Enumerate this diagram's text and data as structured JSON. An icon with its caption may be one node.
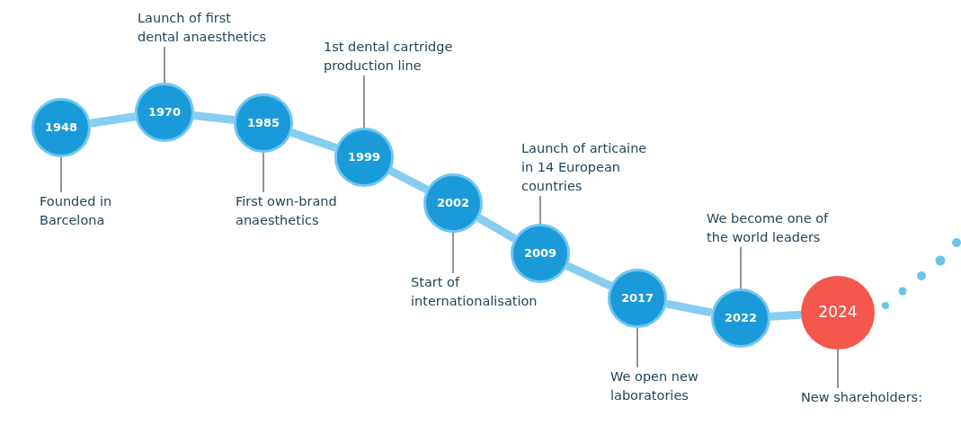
{
  "diagram": {
    "nodes": [
      {
        "text": [
          "1948"
        ]
      },
      {
        "text": [
          "1970"
        ]
      },
      {
        "text": [
          "1985"
        ]
      },
      {
        "text": [
          "1999"
        ]
      },
      {
        "text": [
          "2002"
        ]
      },
      {
        "text": [
          "2009"
        ]
      },
      {
        "text": [
          "2017"
        ]
      },
      {
        "text": [
          "2022"
        ]
      },
      {
        "text": [
          "2024"
        ]
      },
      {
        "text": [
          "Founded in Barcelona"
        ]
      },
      {
        "text": [
          "Launch of first dental anaesthetics"
        ]
      },
      {
        "text": [
          "First own-brand anaesthetics"
        ]
      },
      {
        "text": [
          "1st dental cartridge production line"
        ]
      },
      {
        "text": [
          "Start of internationalisation"
        ]
      },
      {
        "text": [
          "Launch of articaine in 14 European countries"
        ]
      },
      {
        "text": [
          "We open new laboratories"
        ]
      },
      {
        "text": [
          "We become one of the world leaders"
        ]
      },
      {
        "text": [
          "New shareholders:"
        ]
      }
    ],
    "edges": [
      {
        "from": 0,
        "to": 1,
        "arrow": "none",
        "style": "thick",
        "color": "#86cdf0"
      },
      {
        "from": 1,
        "to": 2,
        "arrow": "none",
        "style": "thick",
        "color": "#86cdf0"
      },
      {
        "from": 2,
        "to": 3,
        "arrow": "none",
        "style": "thick",
        "color": "#86cdf0"
      },
      {
        "from": 3,
        "to": 4,
        "arrow": "none",
        "style": "thick",
        "color": "#86cdf0"
      },
      {
        "from": 4,
        "to": 5,
        "arrow": "none",
        "style": "thick",
        "color": "#86cdf0"
      },
      {
        "from": 5,
        "to": 6,
        "arrow": "none",
        "style": "thick",
        "color": "#86cdf0"
      },
      {
        "from": 6,
        "to": 7,
        "arrow": "none",
        "style": "thick",
        "color": "#86cdf0"
      },
      {
        "from": 7,
        "to": 8,
        "arrow": "none",
        "style": "thick",
        "color": "#86cdf0"
      },
      {
        "from": 9,
        "to": 0,
        "arrow": "none"
      },
      {
        "from": 10,
        "to": 1,
        "arrow": "none"
      },
      {
        "from": 11,
        "to": 2,
        "arrow": "none"
      },
      {
        "from": 12,
        "to": 3,
        "arrow": "none"
      },
      {
        "from": 13,
        "to": 4,
        "arrow": "none"
      },
      {
        "from": 14,
        "to": 5,
        "arrow": "none"
      },
      {
        "from": 15,
        "to": 6,
        "arrow": "none"
      },
      {
        "from": 16,
        "to": 7,
        "arrow": "none"
      },
      {
        "from": 17,
        "to": 8,
        "arrow": "none"
      }
    ]
  }
}
